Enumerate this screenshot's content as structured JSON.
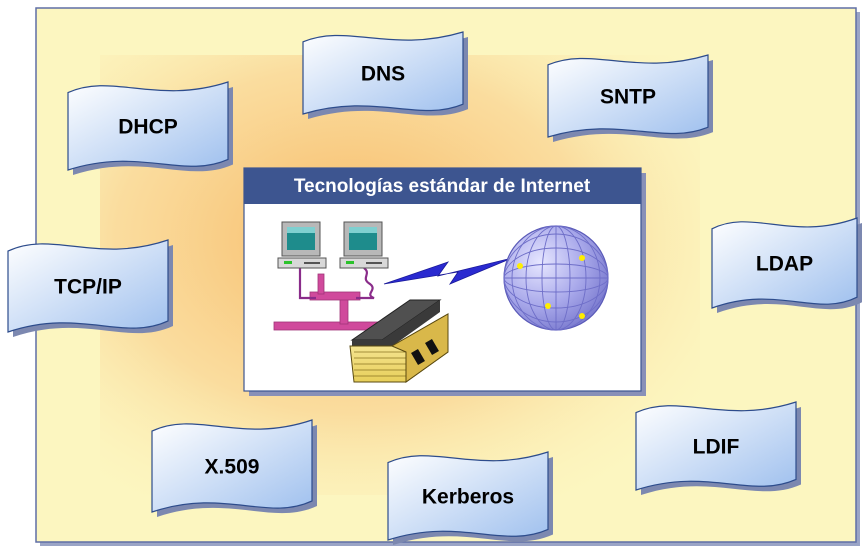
{
  "colors": {
    "frame_fill": "#fcf6c0",
    "frame_border": "#5f6fa6",
    "glow": "#f8c27a",
    "flag_light": "#ffffff",
    "flag_dark": "#9fc0ee",
    "flag_border": "#2d4c8c",
    "title_bar": "#3d5590",
    "cable": "#d04a9c",
    "lightning": "#2a2ad0",
    "globe": "#6e6ec8"
  },
  "center_panel": {
    "title": "Tecnologías estándar de Internet",
    "illustration": [
      "computer-icon",
      "computer-icon",
      "lightning-icon",
      "globe-icon",
      "book-icon"
    ]
  },
  "protocols": [
    {
      "id": "dhcp",
      "label": "DHCP"
    },
    {
      "id": "dns",
      "label": "DNS"
    },
    {
      "id": "sntp",
      "label": "SNTP"
    },
    {
      "id": "tcpip",
      "label": "TCP/IP"
    },
    {
      "id": "ldap",
      "label": "LDAP"
    },
    {
      "id": "x509",
      "label": "X.509"
    },
    {
      "id": "kerberos",
      "label": "Kerberos"
    },
    {
      "id": "ldif",
      "label": "LDIF"
    }
  ]
}
